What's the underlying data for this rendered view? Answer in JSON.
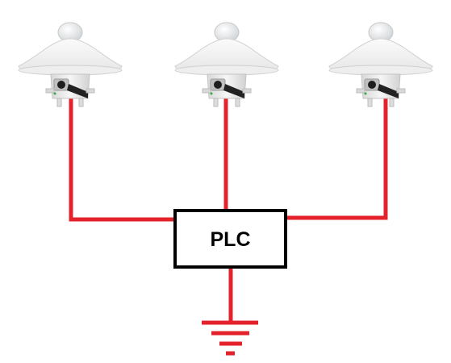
{
  "diagram": {
    "plc_label": "PLC",
    "wire_color": "#e3222b",
    "box_border_color": "#000000",
    "sensors": [
      {
        "name": "sensor-1",
        "label": ""
      },
      {
        "name": "sensor-2",
        "label": ""
      },
      {
        "name": "sensor-3",
        "label": ""
      }
    ],
    "ground_symbol": "ground-icon"
  }
}
